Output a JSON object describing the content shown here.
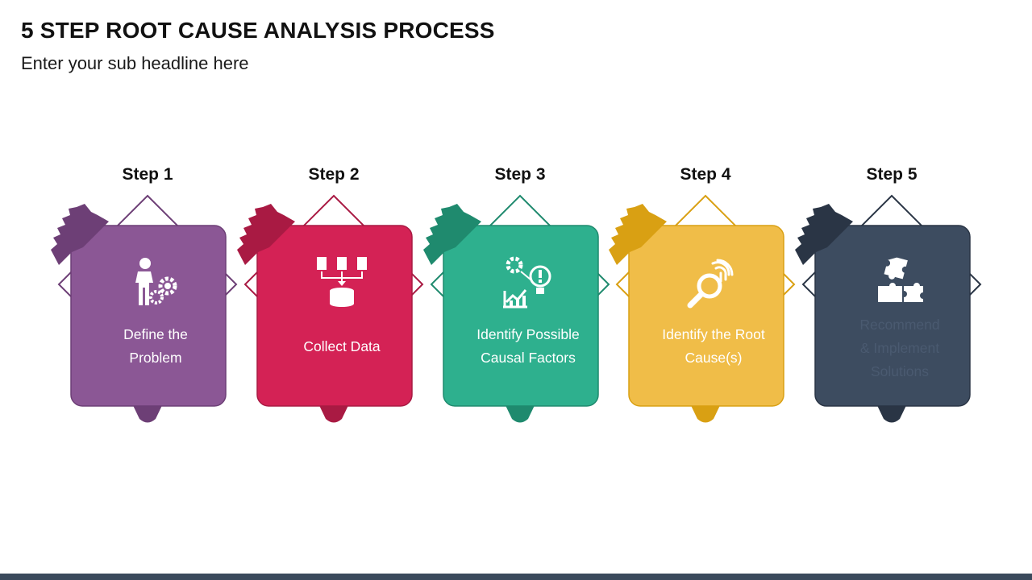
{
  "header": {
    "title": "5 STEP ROOT CAUSE ANALYSIS PROCESS",
    "subtitle": "Enter your sub headline here"
  },
  "steps": [
    {
      "label": "Step 1",
      "text": "Define the\nProblem",
      "icon": "person-gears-icon",
      "color": "#8b5795",
      "dark": "#6d3f76",
      "text_color": "#ffffff"
    },
    {
      "label": "Step 2",
      "text": "Collect Data",
      "icon": "data-collection-icon",
      "color": "#d42255",
      "dark": "#a91a43",
      "text_color": "#ffffff"
    },
    {
      "label": "Step 3",
      "text": "Identify Possible\nCausal Factors",
      "icon": "analysis-idea-icon",
      "color": "#2eb08e",
      "dark": "#1f8a6e",
      "text_color": "#ffffff"
    },
    {
      "label": "Step 4",
      "text": "Identify the Root\nCause(s)",
      "icon": "fingerprint-search-icon",
      "color": "#f0bd48",
      "dark": "#d9a013",
      "text_color": "#ffffff"
    },
    {
      "label": "Step 5",
      "text": "Recommend\n& Implement\nSolutions",
      "icon": "puzzle-icon",
      "color": "#3d4c60",
      "dark": "#2a3545",
      "text_color": "#4a5a70"
    }
  ]
}
